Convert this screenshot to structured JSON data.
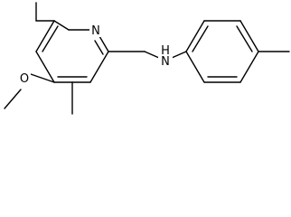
{
  "molecule": {
    "atom_labels": {
      "ring_nitrogen": "N",
      "amine_nitrogen": "N",
      "amine_hydrogen": "H",
      "ether_oxygen": "O"
    }
  },
  "colors": {
    "bond": "#000000",
    "label": "#000000",
    "background": "#ffffff"
  }
}
